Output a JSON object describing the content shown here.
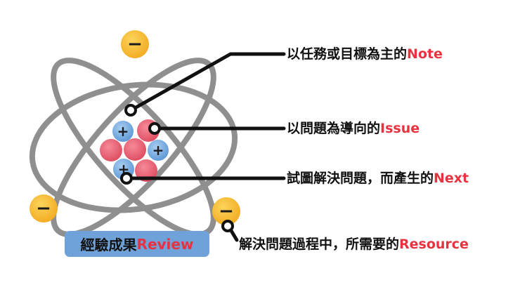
{
  "labels": {
    "note": {
      "text": "以任務或目標為主的",
      "highlight": "Note"
    },
    "issue": {
      "text": "以問題為導向的",
      "highlight": "Issue"
    },
    "next": {
      "text": "試圖解決問題，而產生的",
      "highlight": "Next"
    },
    "resource": {
      "text": "解決問題過程中，所需要的",
      "highlight": "Resource"
    }
  },
  "review": {
    "text": "經驗成果",
    "highlight": "Review"
  },
  "symbols": {
    "plus": "+",
    "minus": "−"
  },
  "colors": {
    "orbit": "#8f8f8f",
    "electron": "#f5b731",
    "proton": "#e8576b",
    "neutron": "#6aa3db",
    "highlight": "#e8323f",
    "review_box": "#6fa2d8",
    "leader_line": "#111111"
  }
}
